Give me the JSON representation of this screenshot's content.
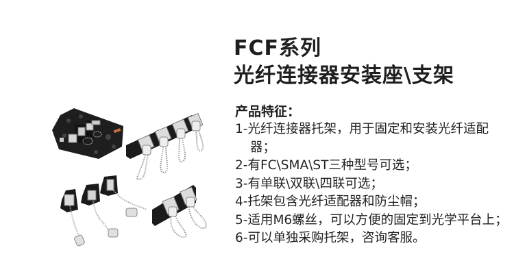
{
  "title": {
    "line1": "FCF系列",
    "line2": "光纤连接器安装座\\支架"
  },
  "features": {
    "heading": "产品特征：",
    "items": [
      "1-光纤连接器托架，用于固定和安装光纤适配器；",
      "2-有FC\\SMA\\ST三种型号可选；",
      "3-有单联\\双联\\四联可选；",
      "4-托架包含光纤适配器和防尘帽；",
      "5-适用M6螺丝，可以方便的固定到光学平台上；",
      "6-可以单独采购托架，咨询客服。"
    ]
  },
  "images": [
    {
      "name": "product-image-mounted-on-breadboard"
    },
    {
      "name": "product-image-four-port-bracket"
    },
    {
      "name": "product-image-single-port-brackets"
    },
    {
      "name": "product-image-dual-port-bracket"
    }
  ],
  "colors": {
    "text": "#222222",
    "bracket": "#1c1c1c",
    "metal": "#c8c8c8"
  }
}
